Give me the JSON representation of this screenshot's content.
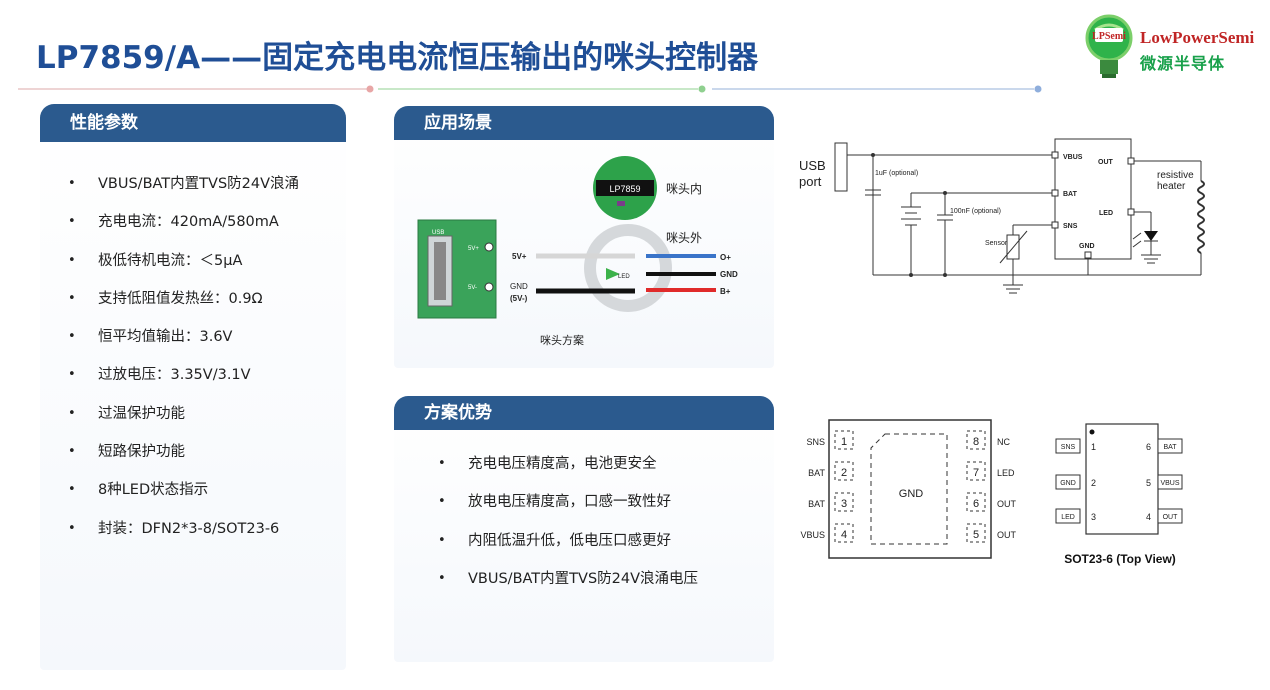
{
  "header": {
    "title": "LP7859/A——固定充电电流恒压输出的咪头控制器",
    "logo_en": "LowPowerSemi",
    "logo_cn": "微源半导体",
    "logo_badge": "LPSemi"
  },
  "performance": {
    "heading": "性能参数",
    "items": [
      "VBUS/BAT内置TVS防24V浪涌",
      "充电电流：420mA/580mA",
      "极低待机电流：＜5μA",
      "支持低阻值发热丝：0.9Ω",
      "恒平均值输出：3.6V",
      "过放电压：3.35V/3.1V",
      "过温保护功能",
      "短路保护功能",
      "8种LED状态指示",
      "封装：DFN2*3-8/SOT23-6"
    ]
  },
  "application": {
    "heading": "应用场景",
    "chip_label": "LP7859",
    "mic_inner": "咪头内",
    "mic_outer": "咪头外",
    "usb_label": "USB",
    "usb_5v": "5V+",
    "usb_5vm": "5V-",
    "wire_5v": "5V+",
    "wire_gnd": "GND",
    "wire_gnd2": "(5V-)",
    "led_label": "LED",
    "out_o": "O+",
    "out_gnd": "GND",
    "out_b": "B+",
    "caption": "咪头方案"
  },
  "advantages": {
    "heading": "方案优势",
    "items": [
      "充电电压精度高，电池更安全",
      "放电电压精度高，口感一致性好",
      "内阻低温升低，低电压口感更好",
      "VBUS/BAT内置TVS防24V浪涌电压"
    ]
  },
  "schematic": {
    "usb1": "USB",
    "usb2": "port",
    "cap1": "1uF (optional)",
    "cap2": "100nF (optional)",
    "sensor": "Sensor",
    "pin_vbus": "VBUS",
    "pin_bat": "BAT",
    "pin_sns": "SNS",
    "pin_gnd": "GND",
    "pin_out": "OUT",
    "pin_led": "LED",
    "heater1": "resistive",
    "heater2": "heater"
  },
  "dfn": {
    "left": [
      {
        "name": "SNS",
        "num": "1"
      },
      {
        "name": "BAT",
        "num": "2"
      },
      {
        "name": "BAT",
        "num": "3"
      },
      {
        "name": "VBUS",
        "num": "4"
      }
    ],
    "right": [
      {
        "name": "NC",
        "num": "8"
      },
      {
        "name": "LED",
        "num": "7"
      },
      {
        "name": "OUT",
        "num": "6"
      },
      {
        "name": "OUT",
        "num": "5"
      }
    ],
    "center": "GND"
  },
  "sot": {
    "left": [
      {
        "name": "SNS",
        "num": "1"
      },
      {
        "name": "GND",
        "num": "2"
      },
      {
        "name": "LED",
        "num": "3"
      }
    ],
    "right": [
      {
        "name": "BAT",
        "num": "6"
      },
      {
        "name": "VBUS",
        "num": "5"
      },
      {
        "name": "OUT",
        "num": "4"
      }
    ],
    "caption": "SOT23-6 (Top View)"
  }
}
